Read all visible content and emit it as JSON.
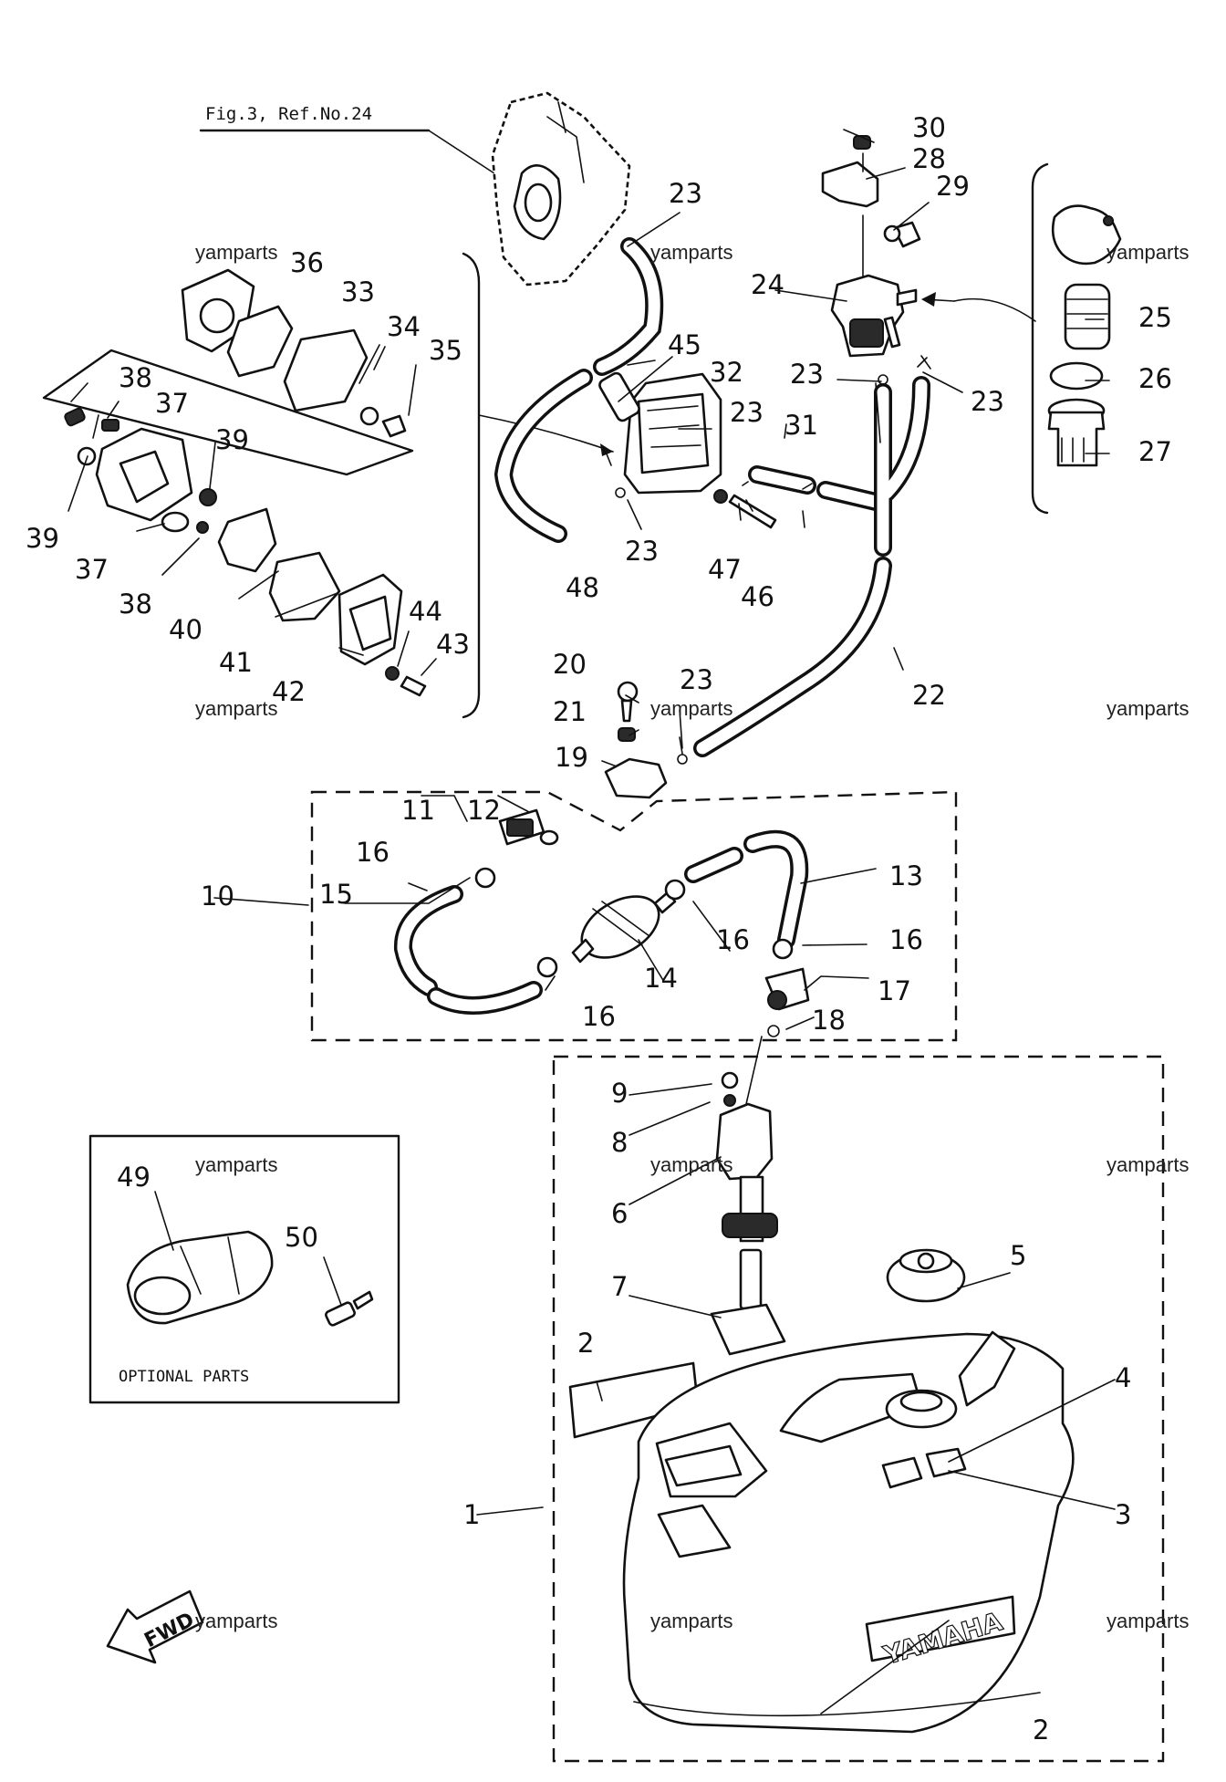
{
  "diagram": {
    "figure_reference": "Fig.3, Ref.No.24",
    "optional_box_label": "OPTIONAL PARTS",
    "brand_on_tank": "YAMAHA",
    "direction_arrow": "FWD",
    "watermark": "yamparts"
  },
  "callouts": {
    "c1": "1",
    "c2a": "2",
    "c2b": "2",
    "c3": "3",
    "c4": "4",
    "c5": "5",
    "c6": "6",
    "c7": "7",
    "c8": "8",
    "c9": "9",
    "c10": "10",
    "c11": "11",
    "c12": "12",
    "c13": "13",
    "c14": "14",
    "c15": "15",
    "c16a": "16",
    "c16b": "16",
    "c16c": "16",
    "c16d": "16",
    "c17": "17",
    "c18": "18",
    "c19": "19",
    "c20": "20",
    "c21": "21",
    "c22": "22",
    "c23a": "23",
    "c23b": "23",
    "c23c": "23",
    "c23d": "23",
    "c23e": "23",
    "c23f": "23",
    "c24": "24",
    "c25": "25",
    "c26": "26",
    "c27": "27",
    "c28": "28",
    "c29": "29",
    "c30": "30",
    "c31": "31",
    "c32": "32",
    "c33": "33",
    "c34": "34",
    "c35": "35",
    "c36": "36",
    "c37a": "37",
    "c37b": "37",
    "c38a": "38",
    "c38b": "38",
    "c39a": "39",
    "c39b": "39",
    "c40": "40",
    "c41": "41",
    "c42": "42",
    "c43": "43",
    "c44": "44",
    "c45": "45",
    "c46": "46",
    "c47": "47",
    "c48": "48",
    "c49": "49",
    "c50": "50"
  }
}
